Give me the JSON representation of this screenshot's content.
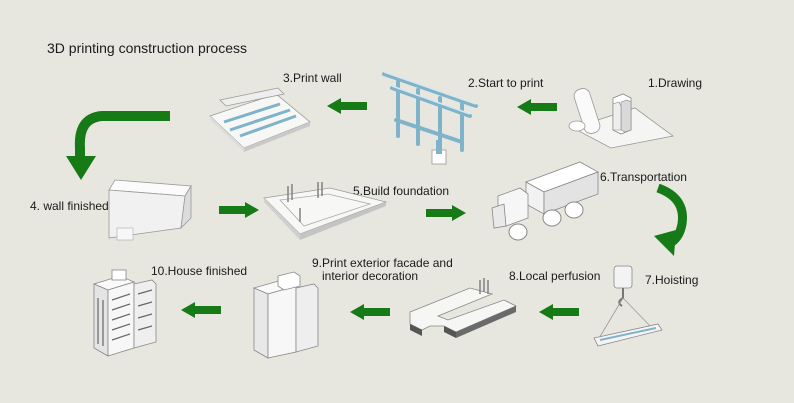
{
  "title": "3D printing construction process",
  "colors": {
    "arrow": "#167a16",
    "background": "#e7e7df"
  },
  "steps": [
    {
      "label": "1.Drawing",
      "icon": "blueprint-drawing-icon"
    },
    {
      "label": "2.Start to print",
      "icon": "gantry-printer-icon"
    },
    {
      "label": "3.Print wall",
      "icon": "printed-wall-icon"
    },
    {
      "label": "4. wall finished",
      "icon": "wall-module-icon"
    },
    {
      "label": "5.Build foundation",
      "icon": "foundation-slab-icon"
    },
    {
      "label": "6.Transportation",
      "icon": "truck-icon"
    },
    {
      "label": "7.Hoisting",
      "icon": "crane-hook-icon"
    },
    {
      "label": "8.Local perfusion",
      "icon": "poured-foundation-icon"
    },
    {
      "label": "9.Print exterior facade and",
      "label2": "interior decoration",
      "icon": "facade-building-icon"
    },
    {
      "label": "10.House finished",
      "icon": "finished-house-icon"
    }
  ]
}
